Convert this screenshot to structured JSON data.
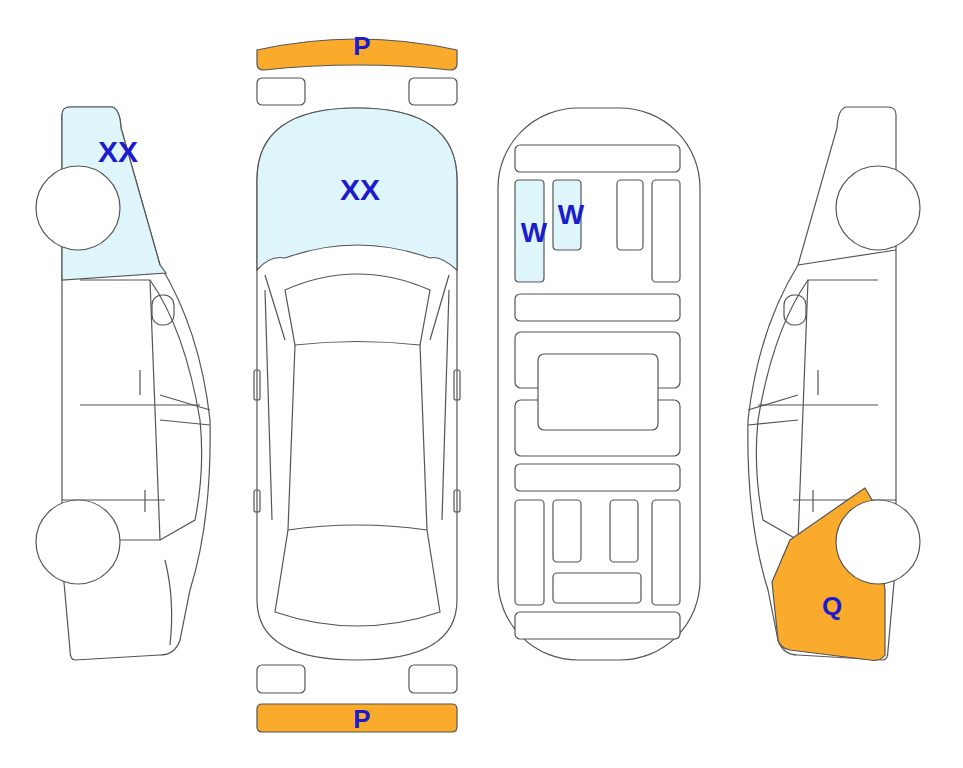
{
  "diagram": {
    "nodes": [
      {
        "text": [
          "P"
        ]
      },
      {
        "text": [
          "XX"
        ]
      },
      {
        "text": [
          "XX"
        ]
      },
      {
        "text": [
          "W"
        ]
      },
      {
        "text": [
          "W"
        ]
      },
      {
        "text": [
          "Q"
        ]
      },
      {
        "text": [
          "P"
        ]
      }
    ]
  }
}
